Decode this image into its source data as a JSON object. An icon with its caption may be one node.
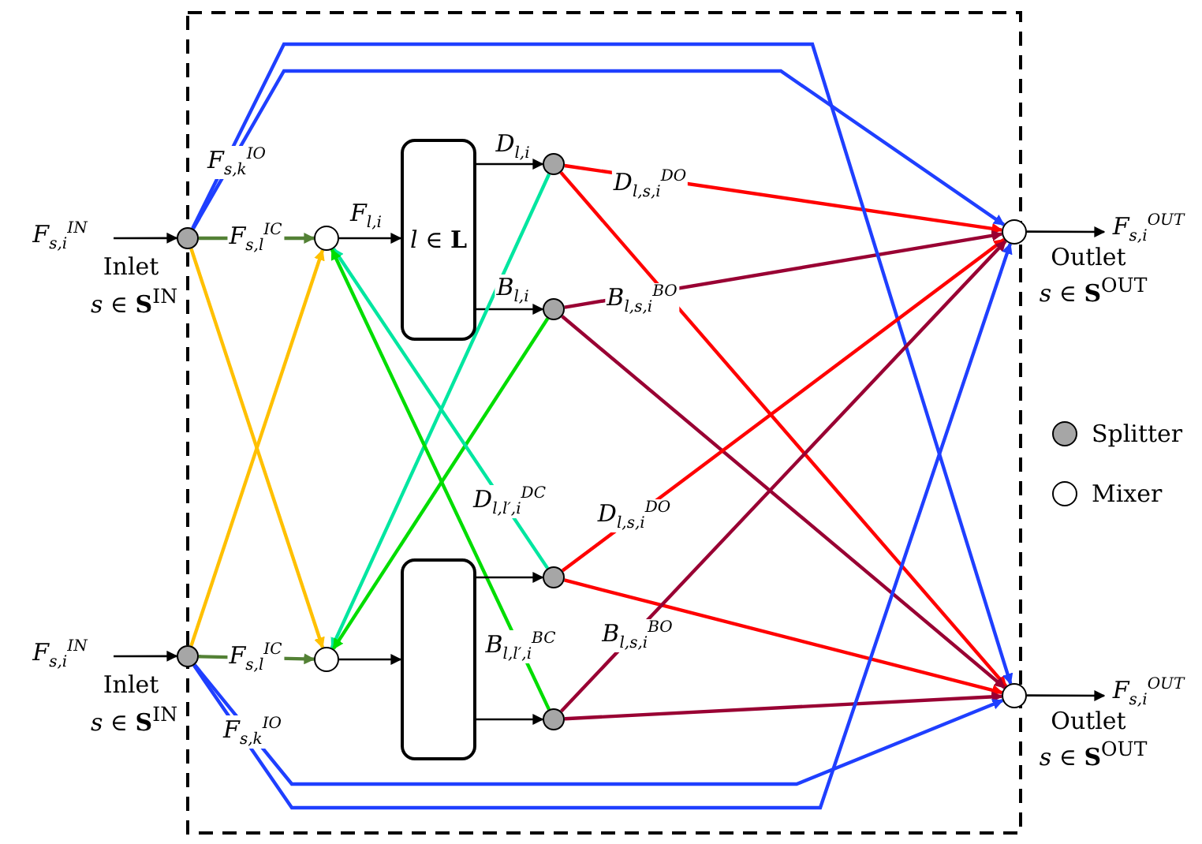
{
  "diagram": {
    "nodes": [
      {
        "text": [
          "F$_{s,i}$$^{IN}$"
        ]
      },
      {
        "text": [],
        "shape": "circle",
        "beside": [
          "Inlet",
          "*s* ∈ **S**$^{IN}$"
        ]
      },
      {
        "text": [],
        "shape": "circle"
      },
      {
        "text": [
          "*l* ∈ **L**"
        ]
      },
      {
        "text": [],
        "shape": "circle"
      },
      {
        "text": [],
        "shape": "circle"
      },
      {
        "text": [
          "F$_{s,i}$$^{IN}$"
        ]
      },
      {
        "text": [],
        "shape": "circle",
        "beside": [
          "Inlet",
          "*s* ∈ **S**$^{IN}$"
        ]
      },
      {
        "text": [],
        "shape": "circle"
      },
      {
        "text": [],
        "shape": "box"
      },
      {
        "text": [],
        "shape": "circle"
      },
      {
        "text": [],
        "shape": "circle"
      },
      {
        "text": [],
        "shape": "circle",
        "beside": [
          "Outlet",
          "*s* ∈ **S**$^{OUT}$"
        ]
      },
      {
        "text": [
          "F$_{s,i}$$^{OUT}$"
        ]
      },
      {
        "text": [],
        "shape": "circle",
        "beside": [
          "Outlet",
          "*s* ∈ **S**$^{OUT}$"
        ]
      },
      {
        "text": [
          "F$_{s,i}$$^{OUT}$"
        ]
      }
    ],
    "edges": [
      {
        "from": 0,
        "to": 1,
        "arrow": "to"
      },
      {
        "from": 1,
        "to": 2,
        "arrow": "to",
        "label": "F$_{s,l}$$^{IC}$",
        "color": "#538135"
      },
      {
        "from": 2,
        "to": 3,
        "arrow": "to",
        "label": "F$_{l,i}$"
      },
      {
        "from": 3,
        "to": 4,
        "arrow": "to",
        "label": "D$_{l,i}$"
      },
      {
        "from": 3,
        "to": 5,
        "arrow": "to",
        "label": "B$_{l,i}$"
      },
      {
        "from": 4,
        "to": 12,
        "arrow": "to",
        "label": "D$_{l,s,i}$$^{DO}$",
        "color": "#ff0000"
      },
      {
        "from": 4,
        "to": 14,
        "arrow": "to",
        "color": "#ff0000"
      },
      {
        "from": 5,
        "to": 12,
        "arrow": "to",
        "label": "B$_{l,s,i}$$^{BO}$",
        "color": "#990033"
      },
      {
        "from": 5,
        "to": 14,
        "arrow": "to",
        "color": "#990033"
      },
      {
        "from": 4,
        "to": 8,
        "arrow": "to",
        "color": "#00e6a0"
      },
      {
        "from": 5,
        "to": 8,
        "arrow": "to",
        "color": "#00dd00"
      },
      {
        "from": 10,
        "to": 2,
        "arrow": "to",
        "label": "D$_{l,l′,i}$$^{DC}$",
        "color": "#00e6a0"
      },
      {
        "from": 11,
        "to": 2,
        "arrow": "to",
        "label": "B$_{l,l′,i}$$^{BC}$",
        "color": "#00dd00"
      },
      {
        "from": 1,
        "to": 8,
        "arrow": "to",
        "color": "#ffc000"
      },
      {
        "from": 7,
        "to": 2,
        "arrow": "to",
        "color": "#ffc000"
      },
      {
        "from": 1,
        "to": 12,
        "arrow": "to",
        "label": "F$_{s,k}$$^{IO}$",
        "color": "#1f3fff"
      },
      {
        "from": 1,
        "to": 14,
        "arrow": "to",
        "color": "#1f3fff"
      },
      {
        "from": 6,
        "to": 7,
        "arrow": "to"
      },
      {
        "from": 7,
        "to": 8,
        "arrow": "to",
        "label": "F$_{s,l}$$^{IC}$",
        "color": "#538135"
      },
      {
        "from": 8,
        "to": 9,
        "arrow": "to"
      },
      {
        "from": 9,
        "to": 10,
        "arrow": "to"
      },
      {
        "from": 9,
        "to": 11,
        "arrow": "to"
      },
      {
        "from": 10,
        "to": 12,
        "arrow": "to",
        "label": "D$_{l,s,i}$$^{DO}$",
        "color": "#ff0000"
      },
      {
        "from": 10,
        "to": 14,
        "arrow": "to",
        "color": "#ff0000"
      },
      {
        "from": 11,
        "to": 12,
        "arrow": "to",
        "label": "B$_{l,s,i}$$^{BO}$",
        "color": "#990033"
      },
      {
        "from": 11,
        "to": 14,
        "arrow": "to",
        "color": "#990033"
      },
      {
        "from": 7,
        "to": 14,
        "arrow": "to",
        "label": "F$_{s,k}$$^{IO}$",
        "color": "#1f3fff"
      },
      {
        "from": 7,
        "to": 12,
        "arrow": "to",
        "color": "#1f3fff"
      },
      {
        "from": 12,
        "to": 13,
        "arrow": "to"
      },
      {
        "from": 14,
        "to": 15,
        "arrow": "to"
      }
    ],
    "legend": [
      {
        "text": "Splitter",
        "color": "#a6a6a6"
      },
      {
        "text": "Mixer",
        "color": "#ffffff"
      }
    ]
  }
}
